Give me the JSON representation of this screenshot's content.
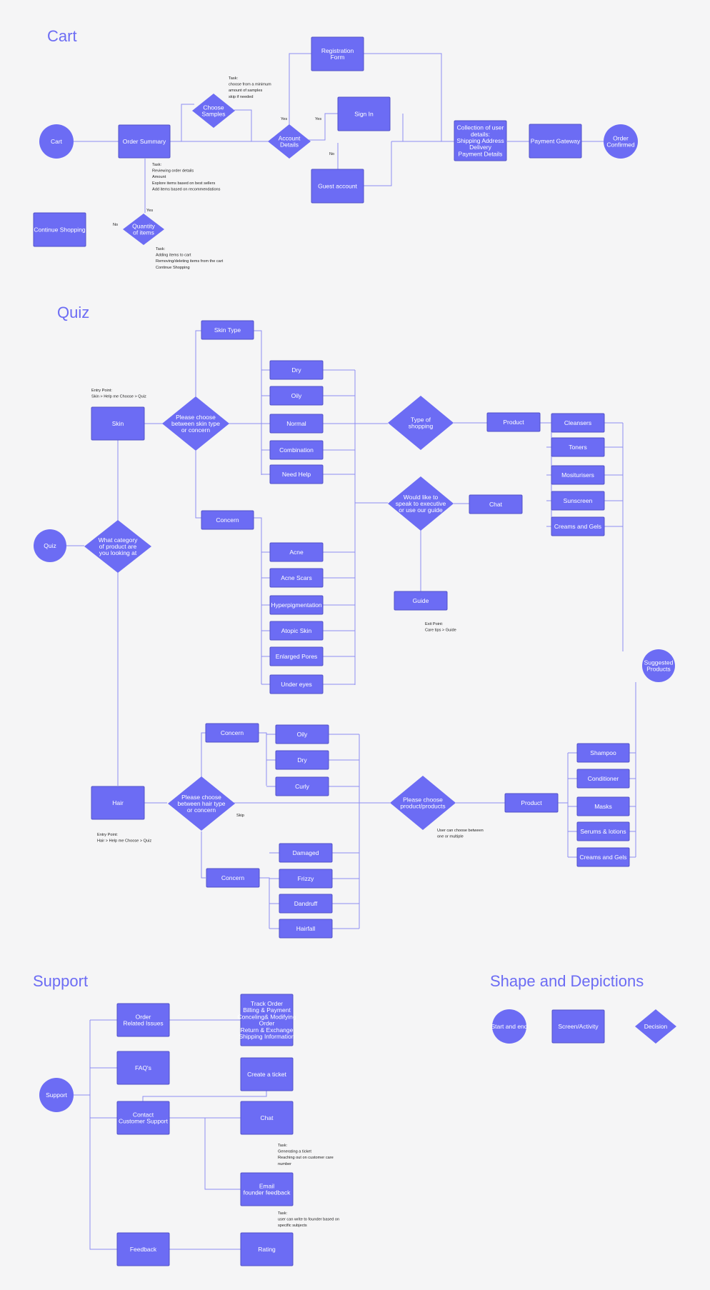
{
  "sections": {
    "cart": "Cart",
    "quiz": "Quiz",
    "support": "Support",
    "legend": "Shape and Depictions"
  },
  "cart": {
    "start": "Cart",
    "order_summary": "Order Summary",
    "choose_samples": [
      "Choose",
      "Samples"
    ],
    "account_details": [
      "Account",
      "Details"
    ],
    "registration": [
      "Registration",
      "Form"
    ],
    "sign_in": "Sign In",
    "guest": "Guest account",
    "collection": [
      "Collection of user",
      "details:",
      "Shipping Address",
      "Delivery",
      "Payment Details"
    ],
    "payment": "Payment Gateway",
    "confirmed": [
      "Order",
      "Confirmed"
    ],
    "continue": "Continue Shopping",
    "quantity": [
      "Quantity",
      "of items"
    ],
    "yes": "Yes",
    "no": "No",
    "task_samples": [
      "Task:",
      "choose from a minimum",
      "amount of samples",
      "skip if needed"
    ],
    "task_summary": [
      "Task:",
      "Reviewing order details",
      "Amount",
      "Explore items based on best sellers",
      "Add items based on recommendations"
    ],
    "task_quantity": [
      "Task:",
      "Adding items to cart",
      "Removing/deleting items from the cart",
      "Continue Shopping"
    ]
  },
  "quiz": {
    "start": "Quiz",
    "category": [
      "What category",
      "of product are",
      "you looking at"
    ],
    "skin": "Skin",
    "skin_entry": [
      "Entry Point:",
      "Skin > Help me Choose > Quiz"
    ],
    "skin_choose": [
      "Please choose",
      "between skin type",
      "or concern"
    ],
    "skin_type": "Skin Type",
    "skin_types": [
      "Dry",
      "Oily",
      "Normal",
      "Combination",
      "Need Help"
    ],
    "skin_concern": "Concern",
    "skin_concerns": [
      "Acne",
      "Acne Scars",
      "Hyperpigmentation",
      "Atopic Skin",
      "Enlarged Pores",
      "Under eyes"
    ],
    "type_shopping": [
      "Type of",
      "shopping"
    ],
    "product": "Product",
    "skin_products": [
      "Cleansers",
      "Toners",
      "Mositurisers",
      "Sunscreen",
      "Creams and Gels"
    ],
    "speak": [
      "Would like to",
      "speak to executive",
      "or use our guide"
    ],
    "chat": "Chat",
    "guide": "Guide",
    "exit": [
      "Exit Point:",
      "Care tips > Guide"
    ],
    "suggested": [
      "Suggested",
      "Products"
    ],
    "hair": "Hair",
    "hair_entry": [
      "Entry Point:",
      "Hair > Help me Choose > Quiz"
    ],
    "hair_choose": [
      "Please choose",
      "between hair type",
      "or concern"
    ],
    "skip": "Skip",
    "hair_concern_top": "Concern",
    "hair_types": [
      "Oily",
      "Dry",
      "Curly"
    ],
    "hair_concern_bottom": "Concern",
    "hair_concerns": [
      "Damaged",
      "Frizzy",
      "Dandruff",
      "Hairfall"
    ],
    "choose_product": [
      "Please choose",
      "product/products"
    ],
    "user_note": [
      "User can choose between",
      "one or multiple"
    ],
    "hair_product": "Product",
    "hair_products": [
      "Shampoo",
      "Conditioner",
      "Masks",
      "Serums & lotions",
      "Creams and Gels"
    ]
  },
  "support": {
    "start": "Support",
    "order": [
      "Order",
      "Related Issues"
    ],
    "order_list": [
      "Track Order",
      "Billing & Payment",
      "Conceling&  Modifying",
      "Order",
      "Return & Exchange",
      "Shipping Information"
    ],
    "faq": "FAQ's",
    "ticket": "Create a ticket",
    "contact": [
      "Contact",
      "Customer Support"
    ],
    "chat": "Chat",
    "task_chat": [
      "Task:",
      "Generating a ticket",
      "Reaching out on customer care",
      "number"
    ],
    "email": [
      "Email",
      "founder feedback"
    ],
    "task_email": [
      "Task:",
      "user can write to founder based on",
      "specific subjects"
    ],
    "feedback": "Feedback",
    "rating": "Rating"
  },
  "legend": {
    "start_end": "Start and end",
    "screen": "Screen/Activity",
    "decision": "Decision"
  },
  "colors": {
    "node": "#6c6cf4",
    "edge": "#8d8df2",
    "heading": "#6c6cf4",
    "background": "#f5f5f6"
  }
}
